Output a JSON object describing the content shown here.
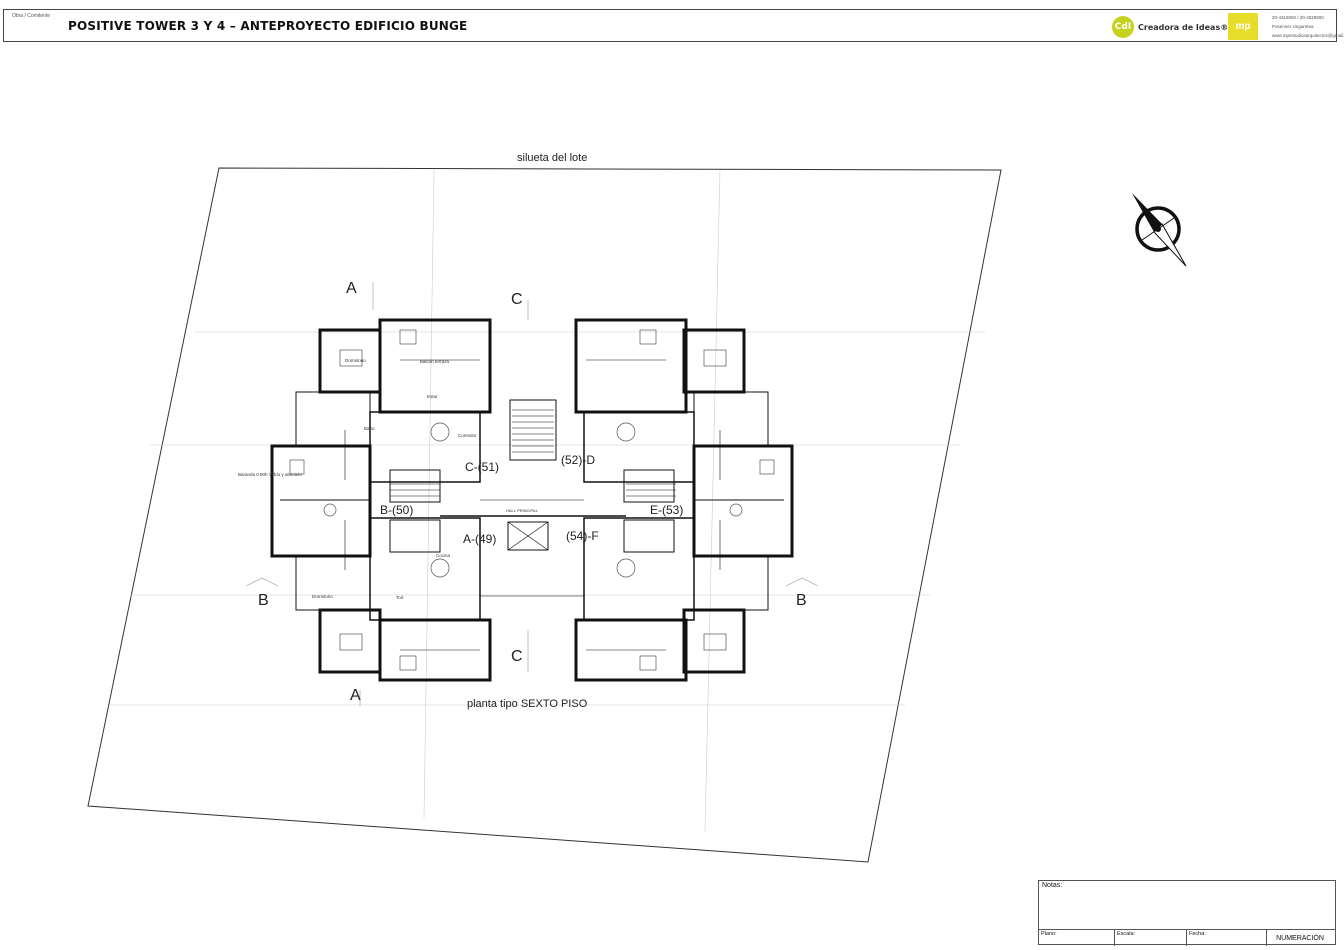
{
  "header": {
    "obra_label": "Obra / Comitente",
    "title": "POSITIVE TOWER 3 Y 4 – ANTEPROYECTO EDIFICIO BUNGE",
    "brand_logo": "CdI",
    "brand_name": "Creadora de Ideas®",
    "mp_logo": "mp",
    "contact": [
      "20-4316050 / 20-4629900",
      "Posenner Ungaretea",
      "www.mpestudiosarquitectos@gmail.com"
    ]
  },
  "drawing": {
    "lot_label": "silueta del lote",
    "floor_caption": "planta tipo   SEXTO PISO",
    "cut_labels": [
      "A",
      "A",
      "B",
      "B",
      "C",
      "C"
    ],
    "unit_labels": [
      "C-(51)",
      "(52)-D",
      "B-(50)",
      "E-(53)",
      "A-(49)",
      "(54)-F"
    ],
    "hall_label": "HALL PRINCIPAL",
    "room_labels": [
      "Dormitorio",
      "Balcón terraza",
      "Estar",
      "Comedor",
      "Cocina",
      "Baño",
      "Toil.",
      "Dormitorio",
      "Baranda 0.90h Vidrio y aluminio"
    ]
  },
  "north_arrow": {
    "icon": "north-arrow-icon"
  },
  "title_block": {
    "notes_label": "Notas:",
    "plano_label": "Plano:",
    "escala_label": "Escala:",
    "fecha_label": "Fecha:",
    "numeracion_label": "NUMERACIÓN"
  }
}
